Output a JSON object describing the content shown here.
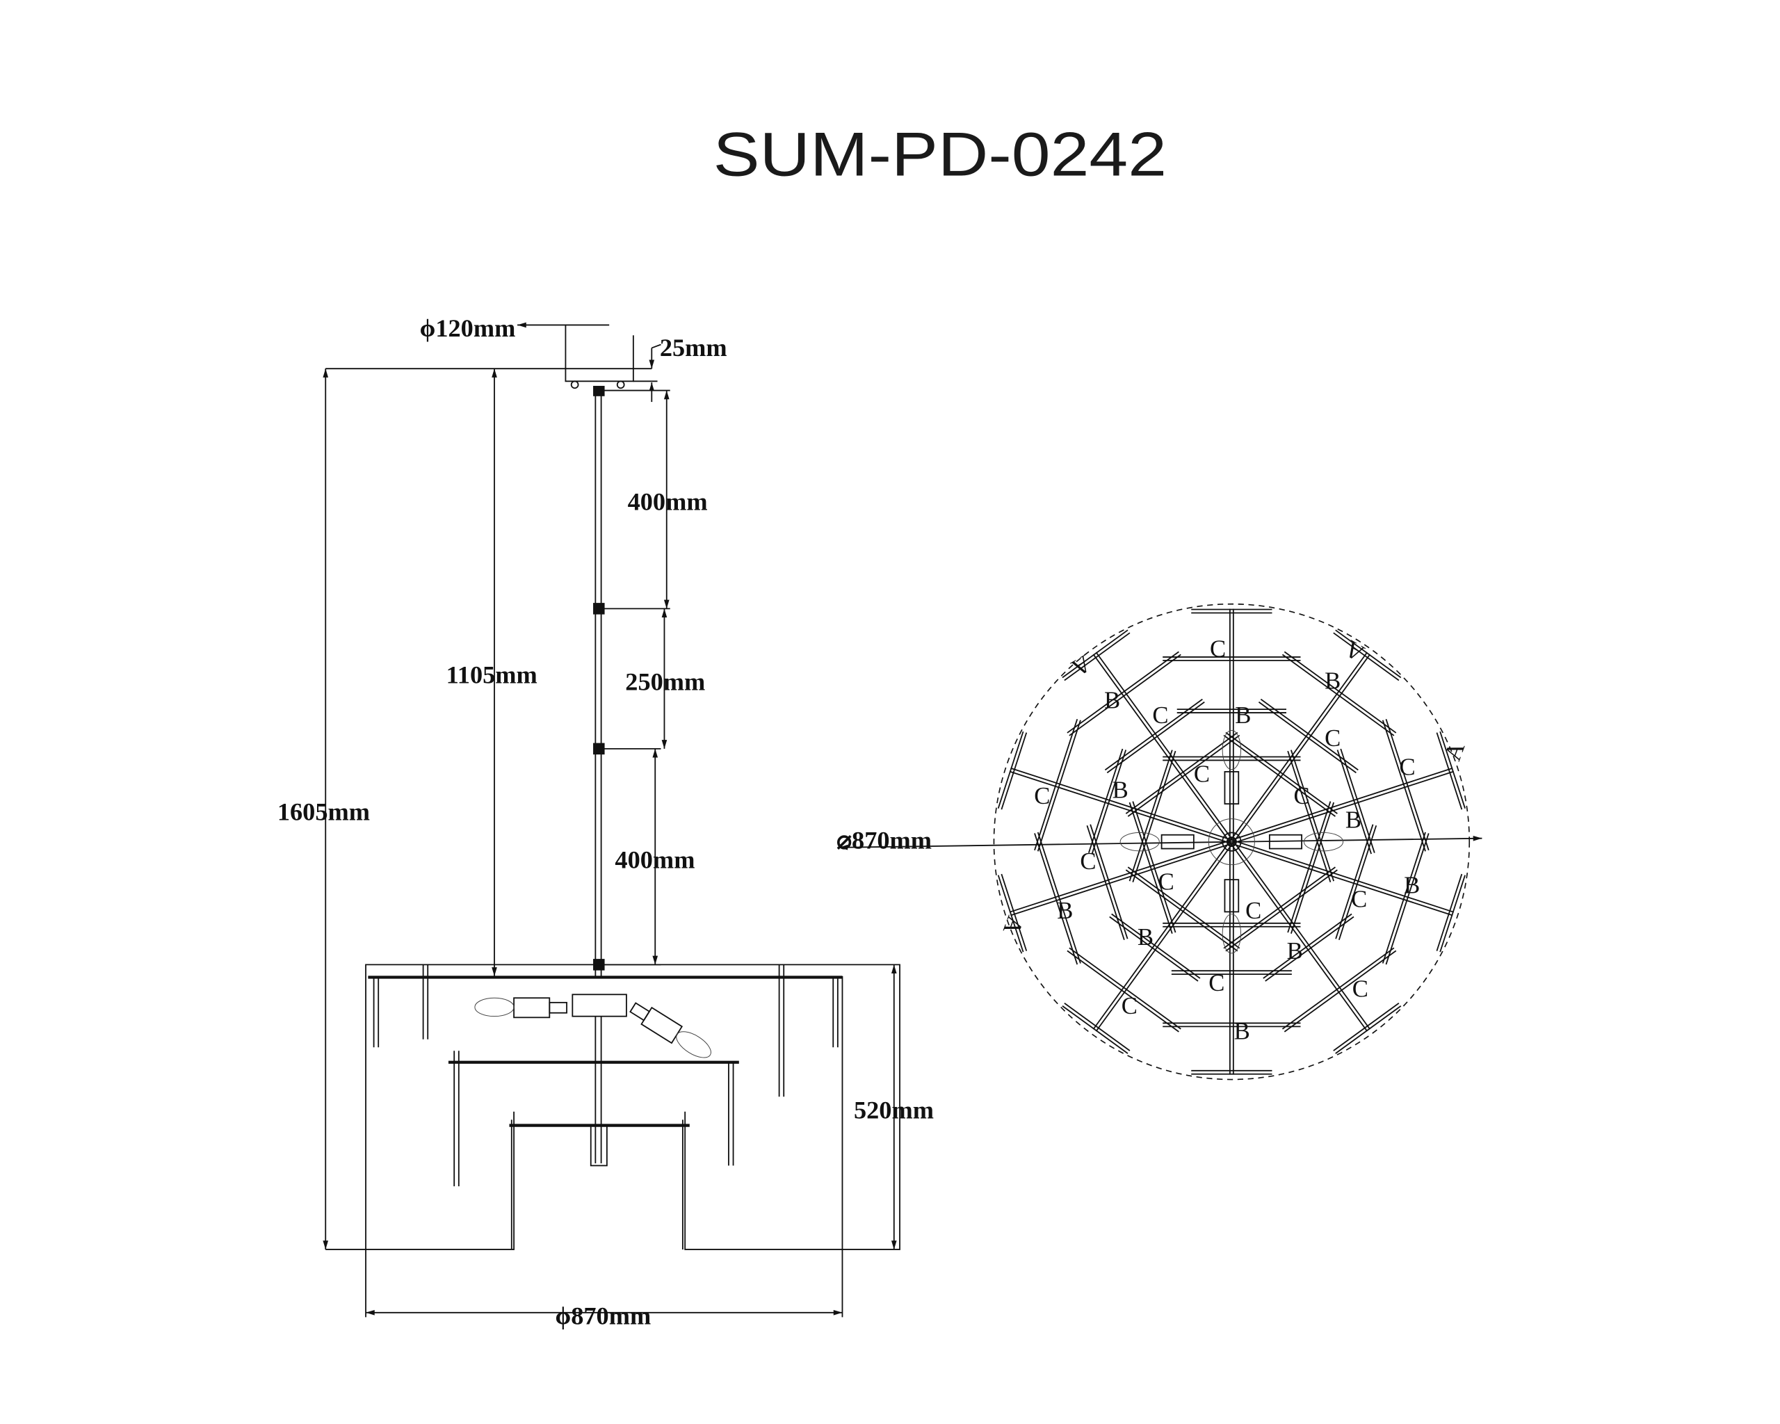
{
  "title": "SUM-PD-0242",
  "elevation": {
    "canopy_diameter": "ϕ120mm",
    "canopy_height": "25mm",
    "rod_segment_1": "400mm",
    "rod_segment_2": "250mm",
    "rod_segment_3": "400mm",
    "drop_length": "1105mm",
    "total_height": "1605mm",
    "body_height": "520mm",
    "body_diameter": "ϕ870mm"
  },
  "plan": {
    "diameter": "⌀870mm",
    "part_labels": [
      "C",
      "A",
      "A",
      "B",
      "B",
      "C",
      "B",
      "C",
      "A",
      "C",
      "C",
      "C",
      "C",
      "B",
      "B",
      "C",
      "C",
      "B",
      "A",
      "B",
      "C",
      "C",
      "B",
      "B",
      "C",
      "C",
      "C",
      "B"
    ]
  }
}
